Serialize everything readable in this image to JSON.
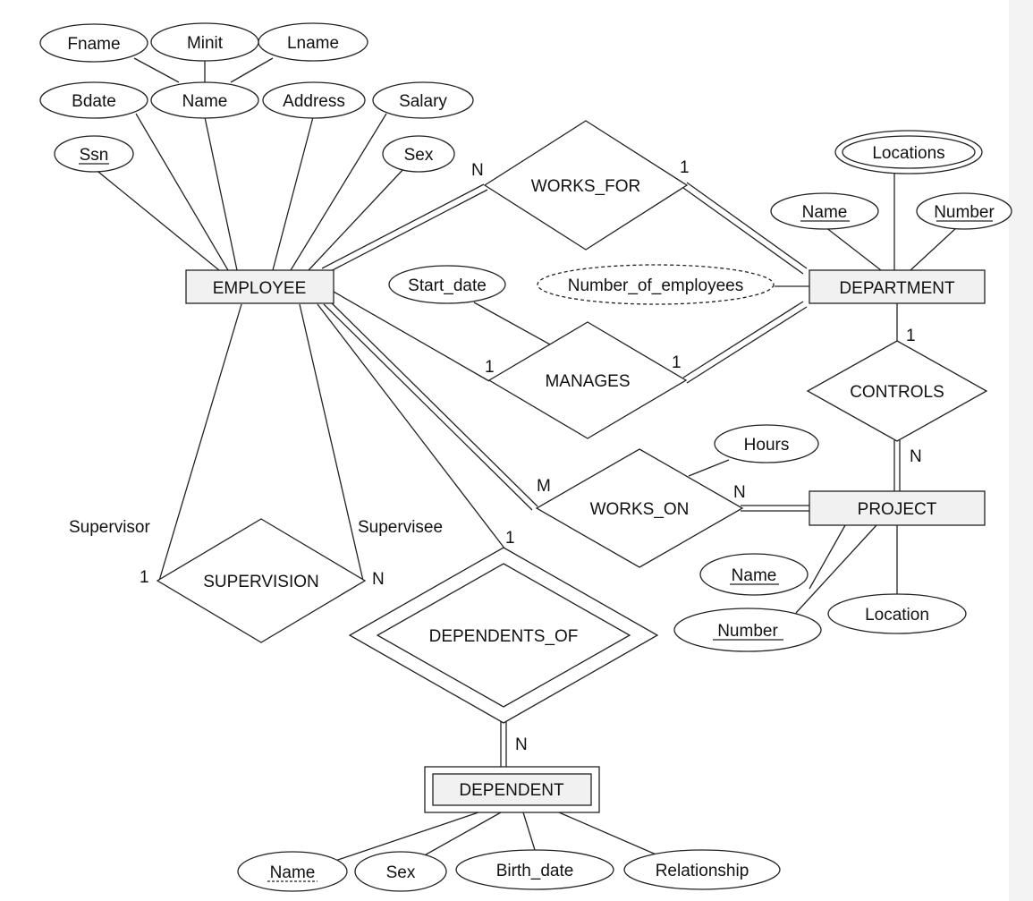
{
  "entities": {
    "employee": "EMPLOYEE",
    "department": "DEPARTMENT",
    "project": "PROJECT",
    "dependent": "DEPENDENT"
  },
  "relationships": {
    "works_for": "WORKS_FOR",
    "manages": "MANAGES",
    "works_on": "WORKS_ON",
    "controls": "CONTROLS",
    "supervision": "SUPERVISION",
    "dependents_of": "DEPENDENTS_OF"
  },
  "attributes": {
    "employee": {
      "fname": "Fname",
      "minit": "Minit",
      "lname": "Lname",
      "name": "Name",
      "bdate": "Bdate",
      "address": "Address",
      "salary": "Salary",
      "ssn": "Ssn",
      "sex": "Sex"
    },
    "department": {
      "locations": "Locations",
      "name": "Name",
      "number": "Number",
      "number_of_employees": "Number_of_employees"
    },
    "manages": {
      "start_date": "Start_date"
    },
    "works_on": {
      "hours": "Hours"
    },
    "project": {
      "name": "Name",
      "number": "Number",
      "location": "Location"
    },
    "dependent": {
      "name": "Name",
      "sex": "Sex",
      "birth_date": "Birth_date",
      "relationship": "Relationship"
    }
  },
  "roles": {
    "supervisor": "Supervisor",
    "supervisee": "Supervisee"
  },
  "cardinalities": {
    "works_for_employee": "N",
    "works_for_department": "1",
    "manages_employee": "1",
    "manages_department": "1",
    "works_on_employee": "M",
    "works_on_project": "N",
    "controls_department": "1",
    "controls_project": "N",
    "supervision_supervisor": "1",
    "supervision_supervisee": "N",
    "dependents_of_employee": "1",
    "dependents_of_dependent": "N"
  }
}
